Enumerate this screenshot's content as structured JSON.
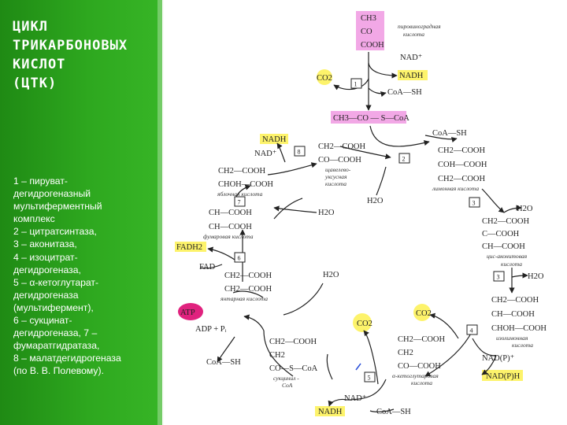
{
  "title_lines": [
    "ЦИКЛ",
    "ТРИКАРБОНОВЫХ",
    "КИСЛОТ",
    "(ЦТК)"
  ],
  "legend_lines": [
    "1 – пируват-",
    "дегидрогеназный",
    "мультиферментный",
    "комплекс",
    "2 – цитратсинтаза,",
    "3 – аконитаза,",
    "4 – изоцитрат-",
    "дегидрогеназа,",
    "5 – α-кетоглутарат-",
    "дегидрогеназа",
    "(мультифермент),",
    "6 – сукцинат-",
    "дегидрогеназа, 7 –",
    "фумаратгидратаза,",
    "8 – малатдегидрогеназа",
    "(по В. В. Полевому)."
  ],
  "compounds": {
    "pyruvate_lines": [
      "CH3",
      "CO",
      "COOH"
    ],
    "pyruvate_name": [
      "пировиноградная",
      "кислота"
    ],
    "acetyl_coa": "CH3—CO — S—CoA",
    "oxaloacetate_lines": [
      "CH2—COOH",
      "CO—COOH"
    ],
    "oxaloacetate_name": [
      "щавелево-",
      "уксусная",
      "кислота"
    ],
    "citrate_lines": [
      "CH2—COOH",
      "COH—COOH",
      "CH2—COOH"
    ],
    "citrate_name": "лимонная кислота",
    "cis_aconitate_lines": [
      "CH2—COOH",
      "C—COOH",
      "CH—COOH"
    ],
    "cis_aconitate_name": [
      "цис-аконитовая",
      "кислота"
    ],
    "isocitrate_lines": [
      "CH2—COOH",
      "CH—COOH",
      "CHOH—COOH"
    ],
    "isocitrate_name": [
      "изолимонная",
      "кислота"
    ],
    "alpha_kg_lines": [
      "CH2—COOH",
      "CH2",
      "CO—COOH"
    ],
    "alpha_kg_name": [
      "α-кетоглутаровая",
      "кислота"
    ],
    "succinyl_coa_lines": [
      "CH2—COOH",
      "CH2",
      "CO—S—CoA"
    ],
    "succinyl_coa_name": [
      "сукцинил -",
      "CoA"
    ],
    "succinate_lines": [
      "CH2—COOH",
      "CH2—COOH"
    ],
    "succinate_name": "янтарная кислота",
    "fumarate_lines": [
      "CH—COOH",
      "CH—COOH"
    ],
    "fumarate_name": "фумаровая кислота",
    "malate_lines": [
      "CH2—COOH",
      "CHOH—COOH"
    ],
    "malate_name": "яблочная кислота"
  },
  "cofactors": {
    "nad_plus": "NAD⁺",
    "nadh": "NADH",
    "co2": "CO2",
    "coa_sh": "CoA—SH",
    "h2o": "H2O",
    "fadh2": "FADH2",
    "fad": "FAD",
    "atp": "ATP",
    "adp_pi": "ADP + Pᵢ",
    "nadp_plus": "NAD(P)⁺",
    "nadph": "NAD(P)H"
  },
  "enzyme_numbers": [
    "1",
    "2",
    "3",
    "3",
    "4",
    "5",
    "6",
    "7",
    "8"
  ],
  "colors": {
    "panel_green": "#2ea81f",
    "highlight_yellow": "#fdf36b",
    "highlight_pink": "#f2a8e6",
    "atp_magenta": "#e0227e"
  }
}
